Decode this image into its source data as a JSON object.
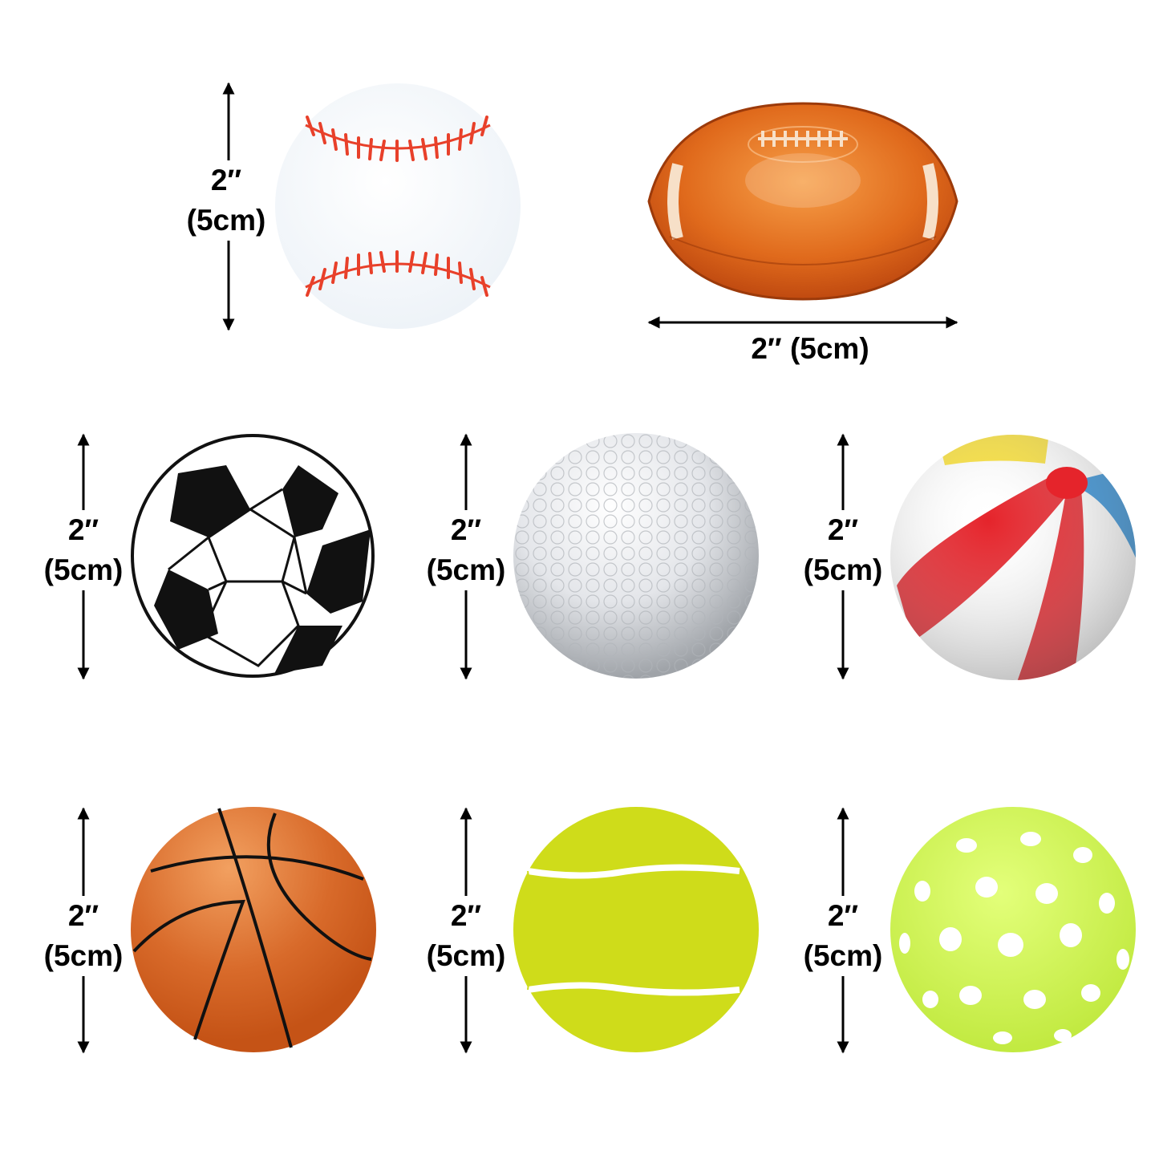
{
  "colors": {
    "background": "#ffffff",
    "text": "#000000",
    "baseball": "#f2f5f8",
    "baseball_stitch": "#e8402a",
    "football": "#e06a1c",
    "football_lace": "#f7e0c8",
    "soccer_black": "#111111",
    "golf": "#e4e6ea",
    "beach_red": "#e5242b",
    "beach_yellow": "#f9e03a",
    "beach_blue": "#2f8fd8",
    "basketball": "#d86a2a",
    "tennis": "#cfdc1a",
    "pickleball": "#c9f04f"
  },
  "balls": [
    {
      "name": "baseball",
      "dim_label": "2″\n(5cm)"
    },
    {
      "name": "football",
      "dim_label": "2″ (5cm)"
    },
    {
      "name": "soccer-ball",
      "dim_label": "2″\n(5cm)"
    },
    {
      "name": "golf-ball",
      "dim_label": "2″\n(5cm)"
    },
    {
      "name": "beach-ball",
      "dim_label": "2″\n(5cm)"
    },
    {
      "name": "basketball",
      "dim_label": "2″\n(5cm)"
    },
    {
      "name": "tennis-ball",
      "dim_label": "2″\n(5cm)"
    },
    {
      "name": "pickleball",
      "dim_label": "2″\n(5cm)"
    }
  ]
}
